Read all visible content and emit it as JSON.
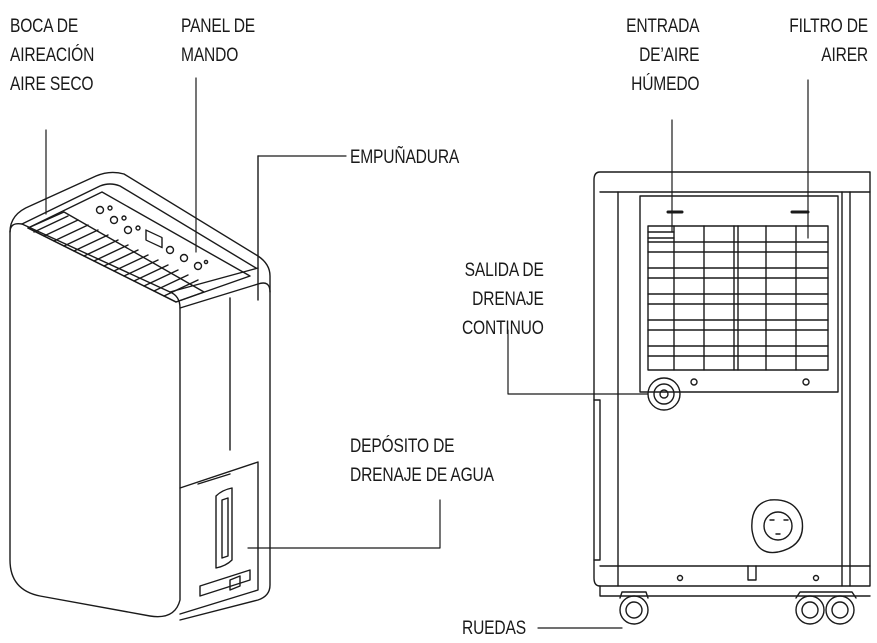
{
  "labels": {
    "dry_air_outlet": "BOCA DE\nAIREACIÓN\nAIRE SECO",
    "control_panel": "PANEL DE\nMANDO",
    "handle": "EMPUÑADURA",
    "humid_air_inlet": "ENTRADA\nDE’AIRE\nHÚMEDO",
    "air_filter": "FILTRO DE\nAIRER",
    "continuous_drain": "SALIDA DE\nDRENAJE\nCONTINUO",
    "water_tank": "DEPÓSITO DE\nDRENAJE DE AGUA",
    "wheels": "RUEDAS"
  },
  "colors": {
    "line": "#1a1a1a",
    "text": "#1a1a1a",
    "background": "#ffffff"
  }
}
